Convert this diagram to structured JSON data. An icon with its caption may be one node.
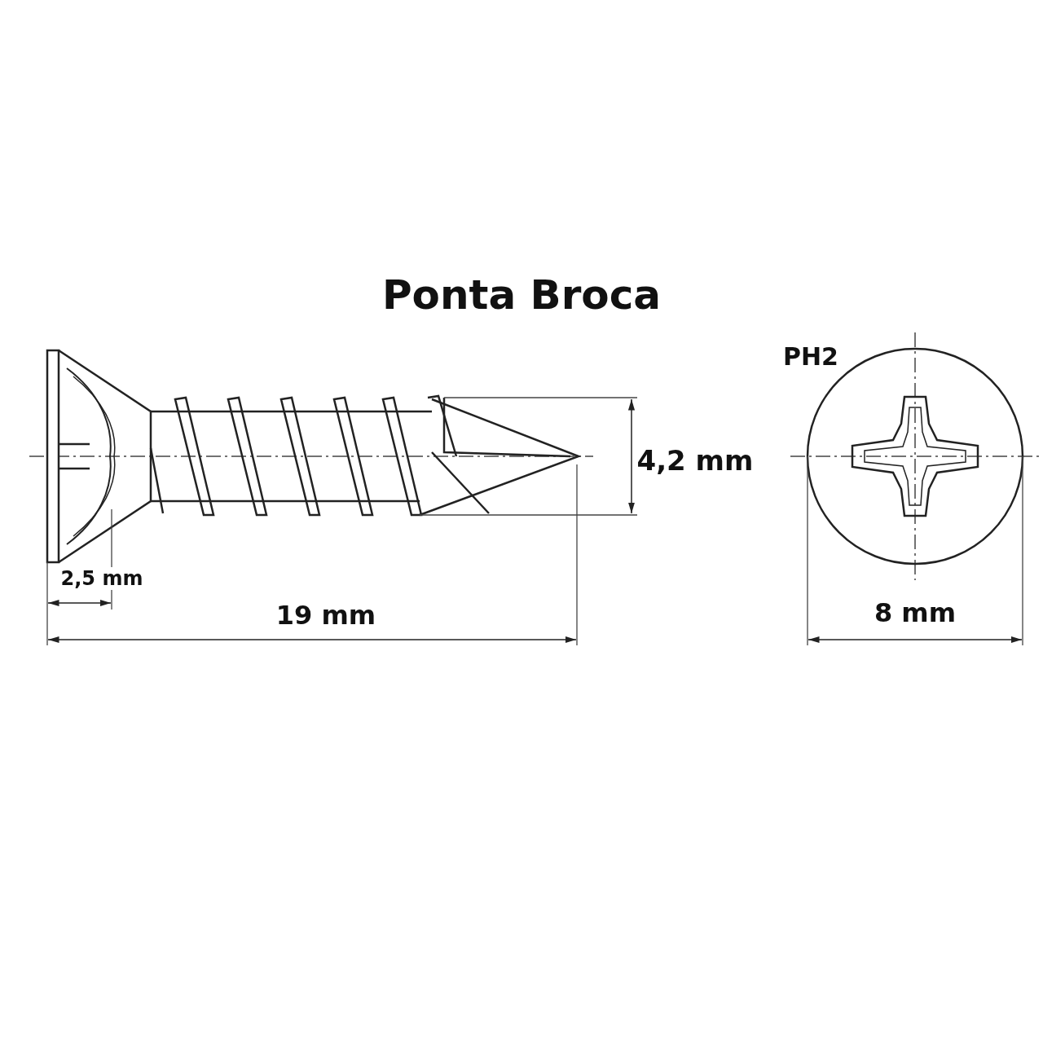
{
  "diagram": {
    "title": "Ponta Broca",
    "labels": [
      "PH2",
      "4,2 mm",
      "2,5 mm",
      "19 mm",
      "8 mm"
    ]
  }
}
